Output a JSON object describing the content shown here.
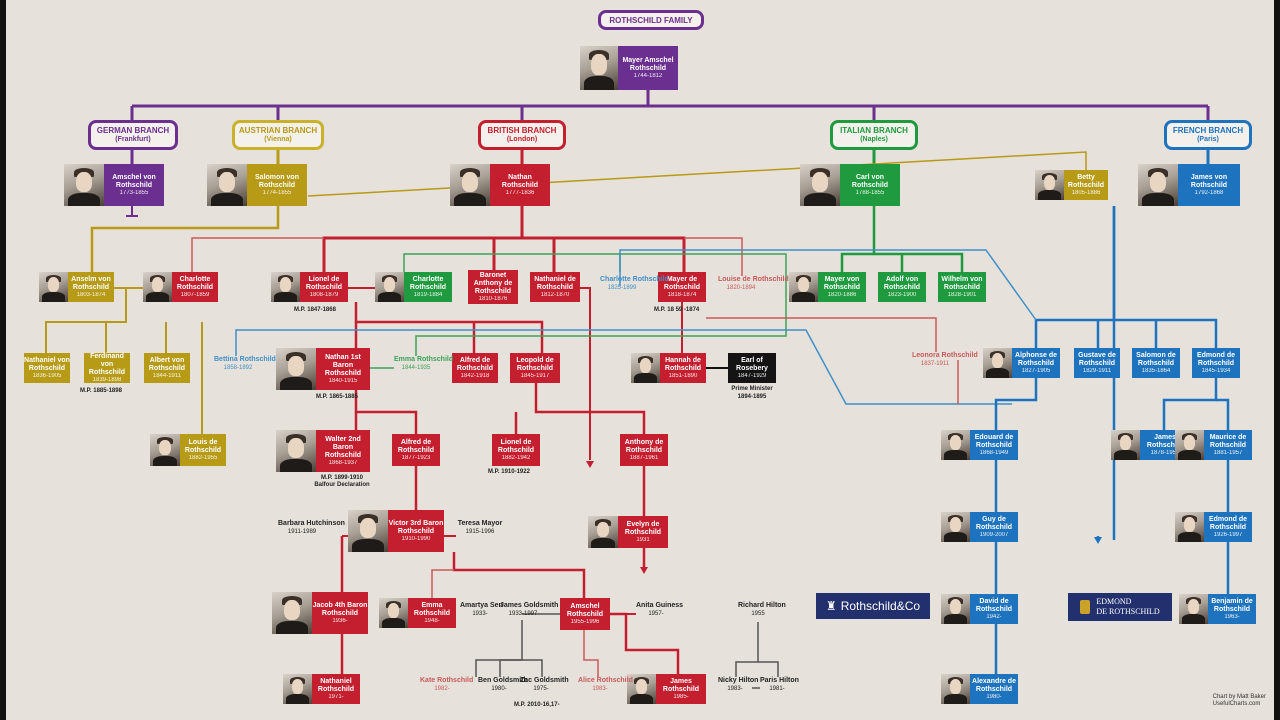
{
  "title": "ROTHSCHILD FAMILY",
  "colors": {
    "purple": "#6b2f8f",
    "olive": "#b79a16",
    "red": "#c41f2f",
    "green": "#1f9a3f",
    "blue": "#1e73be",
    "black": "#141414",
    "lightred": "#c85a5a",
    "lightgreen": "#3aa35a",
    "lightblue": "#3f90c8",
    "navy": "#22306e"
  },
  "founder": {
    "name": "Mayer Amschel Rothschild",
    "years": "1744-1812"
  },
  "branches": {
    "german": {
      "name": "GERMAN BRANCH",
      "city": "(Frankfurt)"
    },
    "austrian": {
      "name": "AUSTRIAN BRANCH",
      "city": "(Vienna)"
    },
    "british": {
      "name": "BRITISH BRANCH",
      "city": "(London)"
    },
    "italian": {
      "name": "ITALIAN BRANCH",
      "city": "(Naples)"
    },
    "french": {
      "name": "FRENCH BRANCH",
      "city": "(Paris)"
    }
  },
  "people": {
    "amschel": {
      "name": "Amschel von Rothschild",
      "years": "1773-1855"
    },
    "salomon": {
      "name": "Salomon von Rothschild",
      "years": "1774-1855"
    },
    "nathan": {
      "name": "Nathan Rothschild",
      "years": "1777-1836"
    },
    "carl": {
      "name": "Carl von Rothschild",
      "years": "1788-1855"
    },
    "betty": {
      "name": "Betty Rothschild",
      "years": "1805-1886"
    },
    "james_fr": {
      "name": "James von Rothschild",
      "years": "1792-1868"
    },
    "anselm": {
      "name": "Anselm von Rothschild",
      "years": "1803-1874"
    },
    "charlotte1": {
      "name": "Charlotte Rothschild",
      "years": "1807-1859"
    },
    "lionel1": {
      "name": "Lionel de Rothschild",
      "years": "1808-1879"
    },
    "charlotte2": {
      "name": "Charlotte Rothschild",
      "years": "1819-1884"
    },
    "anthony": {
      "name": "Baronet Anthony de Rothschild",
      "years": "1810-1876"
    },
    "nathaniel1": {
      "name": "Nathaniel de Rothschild",
      "years": "1812-1870"
    },
    "charlotte3": {
      "name": "Charlotte Rothschild",
      "years": "1825-1899"
    },
    "mayer_uk": {
      "name": "Mayer de Rothschild",
      "years": "1818-1874"
    },
    "louise": {
      "name": "Louise de Rothschild",
      "years": "1820-1894"
    },
    "mayer_it": {
      "name": "Mayer von Rothschild",
      "years": "1820-1886"
    },
    "adolf": {
      "name": "Adolf von Rothschild",
      "years": "1823-1900"
    },
    "wilhelm": {
      "name": "Wilhelm von Rothschild",
      "years": "1828-1901"
    },
    "nathaniel_at": {
      "name": "Nathaniel von Rothschild",
      "years": "1836-1905"
    },
    "ferdinand": {
      "name": "Ferdinand von Rothschild",
      "years": "1839-1898"
    },
    "albert": {
      "name": "Albert von Rothschild",
      "years": "1844-1911"
    },
    "bettina": {
      "name": "Bettina Rothschild",
      "years": "1858-1892"
    },
    "louis": {
      "name": "Louis de Rothschild",
      "years": "1882-1955"
    },
    "nathan1": {
      "name": "Nathan 1st Baron Rothschild",
      "years": "1840-1915"
    },
    "emma1": {
      "name": "Emma Rothschild",
      "years": "1844-1935"
    },
    "alfred1": {
      "name": "Alfred de Rothschild",
      "years": "1842-1918"
    },
    "leopold": {
      "name": "Leopold de Rothschild",
      "years": "1845-1917"
    },
    "hannah": {
      "name": "Hannah de Rothschild",
      "years": "1851-1890"
    },
    "rosebery": {
      "name": "Earl of Rosebery",
      "years": "1847-1929"
    },
    "leonora": {
      "name": "Leonora Rothschild",
      "years": "1837-1911"
    },
    "alphonse": {
      "name": "Alphonse de Rothschild",
      "years": "1827-1905"
    },
    "gustave": {
      "name": "Gustave de Rothschild",
      "years": "1829-1911"
    },
    "salomon_fr": {
      "name": "Salomon de Rothschild",
      "years": "1835-1864"
    },
    "edmond1": {
      "name": "Edmond de Rothschild",
      "years": "1845-1934"
    },
    "walter": {
      "name": "Walter 2nd Baron Rothschild",
      "years": "1868-1937"
    },
    "alfred2": {
      "name": "Alfred de Rothschild",
      "years": "1877-1923"
    },
    "lionel2": {
      "name": "Lionel de Rothschild",
      "years": "1882-1942"
    },
    "anthony2": {
      "name": "Anthony de Rothschild",
      "years": "1887-1961"
    },
    "edouard": {
      "name": "Edouard de Rothschild",
      "years": "1868-1949"
    },
    "james2": {
      "name": "James Rothschild",
      "years": "1878-1957"
    },
    "maurice": {
      "name": "Maurice de Rothschild",
      "years": "1881-1957"
    },
    "victor": {
      "name": "Victor 3rd Baron Rothschild",
      "years": "1910-1990"
    },
    "evelyn": {
      "name": "Evelyn de Rothschild",
      "years": "1931"
    },
    "guy": {
      "name": "Guy de Rothschild",
      "years": "1909-2007"
    },
    "edmond2": {
      "name": "Edmond de Rothschild",
      "years": "1926-1997"
    },
    "jacob": {
      "name": "Jacob 4th Baron Rothschild",
      "years": "1936-"
    },
    "emma2": {
      "name": "Emma Rothschild",
      "years": "1948-"
    },
    "amschel2": {
      "name": "Amschel Rothschild",
      "years": "1955-1996"
    },
    "david": {
      "name": "David de Rothschild",
      "years": "1942-"
    },
    "benjamin": {
      "name": "Benjamin de Rothschild",
      "years": "1963-"
    },
    "nathaniel2": {
      "name": "Nathaniel Rothschild",
      "years": "1971-"
    },
    "james3": {
      "name": "James Rothschild",
      "years": "1985-"
    },
    "alexandre": {
      "name": "Alexandre de Rothschild",
      "years": "1980-"
    }
  },
  "spouses": {
    "barbara": {
      "name": "Barbara Hutchinson",
      "years": "1911-1989"
    },
    "teresa": {
      "name": "Teresa Mayor",
      "years": "1915-1996"
    },
    "amartya": {
      "name": "Amartya Sen",
      "years": "1933-"
    },
    "james_g": {
      "name": "James Goldsmith",
      "years": "1933-1997"
    },
    "anita": {
      "name": "Anita Guiness",
      "years": "1957-"
    },
    "richard": {
      "name": "Richard Hilton",
      "years": "1955"
    },
    "kate": {
      "name": "Kate Rothschild",
      "years": "1982-"
    },
    "ben": {
      "name": "Ben Goldsmith",
      "years": "1980-"
    },
    "zac": {
      "name": "Zac Goldsmith",
      "years": "1975-"
    },
    "alice": {
      "name": "Alice Rothschild",
      "years": "1983-"
    },
    "nicky": {
      "name": "Nicky Hilton",
      "years": "1983-"
    },
    "paris": {
      "name": "Paris Hilton",
      "years": "1981-"
    }
  },
  "notes": {
    "lionel_mp": "M.P. 1847-1868",
    "mayer_mp": "M.P. 18 59 -1874",
    "ferdinand_mp": "M.P. 1885-1898",
    "nathan_mp": "M.P. 1865-1885",
    "walter_mp": "M.P. 1899-1910",
    "walter_balfour": "Balfour Declaration",
    "lionel2_mp": "M.P. 1910-1922",
    "rosebery_pm": "Prime Minister",
    "rosebery_pm_years": "1894-1895",
    "zac_mp": "M.P. 2010-16,17-"
  },
  "logos": {
    "rothschild_co": "Rothschild&Co",
    "edmond": "EDMOND",
    "edmond2": "DE ROTHSCHILD"
  },
  "credit": {
    "line1": "Chart by Matt Baker",
    "line2": "UsefulCharts.com"
  }
}
